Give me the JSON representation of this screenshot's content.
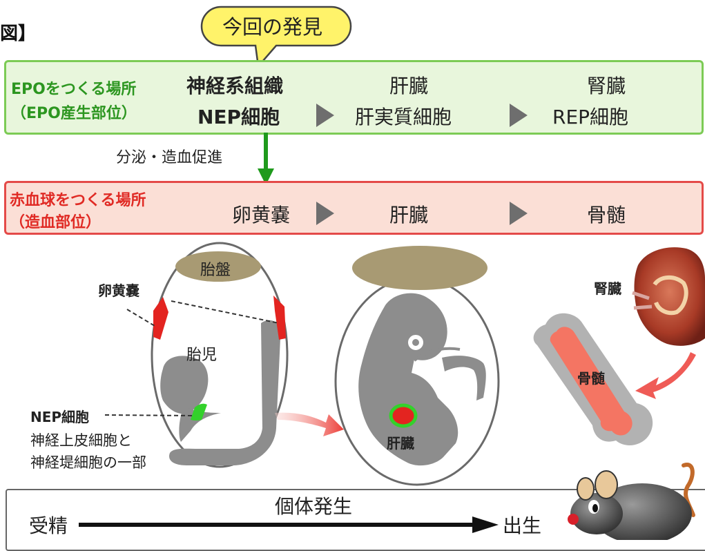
{
  "figure_label": "図】",
  "callout": "今回の発見",
  "epo": {
    "title_line1": "EPOをつくる場所",
    "title_line2": "（EPO産生部位）",
    "stage1_top": "神経系組織",
    "stage1_bottom": "NEP細胞",
    "stage2_top": "肝臓",
    "stage2_bottom": "肝実質細胞",
    "stage3_top": "腎臓",
    "stage3_bottom": "REP細胞"
  },
  "arrow_label": "分泌・造血促進",
  "rbc": {
    "title_line1": "赤血球をつくる場所",
    "title_line2": "（造血部位）",
    "stage1": "卵黄嚢",
    "stage2": "肝臓",
    "stage3": "骨髄"
  },
  "illustration": {
    "placenta": "胎盤",
    "yolk_sac": "卵黄嚢",
    "fetus": "胎児",
    "nep_cell": "NEP細胞",
    "nep_desc1": "神経上皮細胞と",
    "nep_desc2": "神経堤細胞の一部",
    "liver": "肝臓",
    "kidney": "腎臓",
    "bone_marrow": "骨髄"
  },
  "timeline": {
    "title": "個体発生",
    "start": "受精",
    "end": "出生"
  },
  "colors": {
    "green_border": "#7ccb55",
    "green_fill": "#e8f6dc",
    "green_text": "#2c9620",
    "red_border": "#e44a48",
    "red_fill": "#fbdfd6",
    "red_text": "#e02a24",
    "callout_fill": "#fff36a",
    "placenta": "#a89a73",
    "embryo": "#8d8d8d",
    "yolk_red": "#e32420"
  }
}
